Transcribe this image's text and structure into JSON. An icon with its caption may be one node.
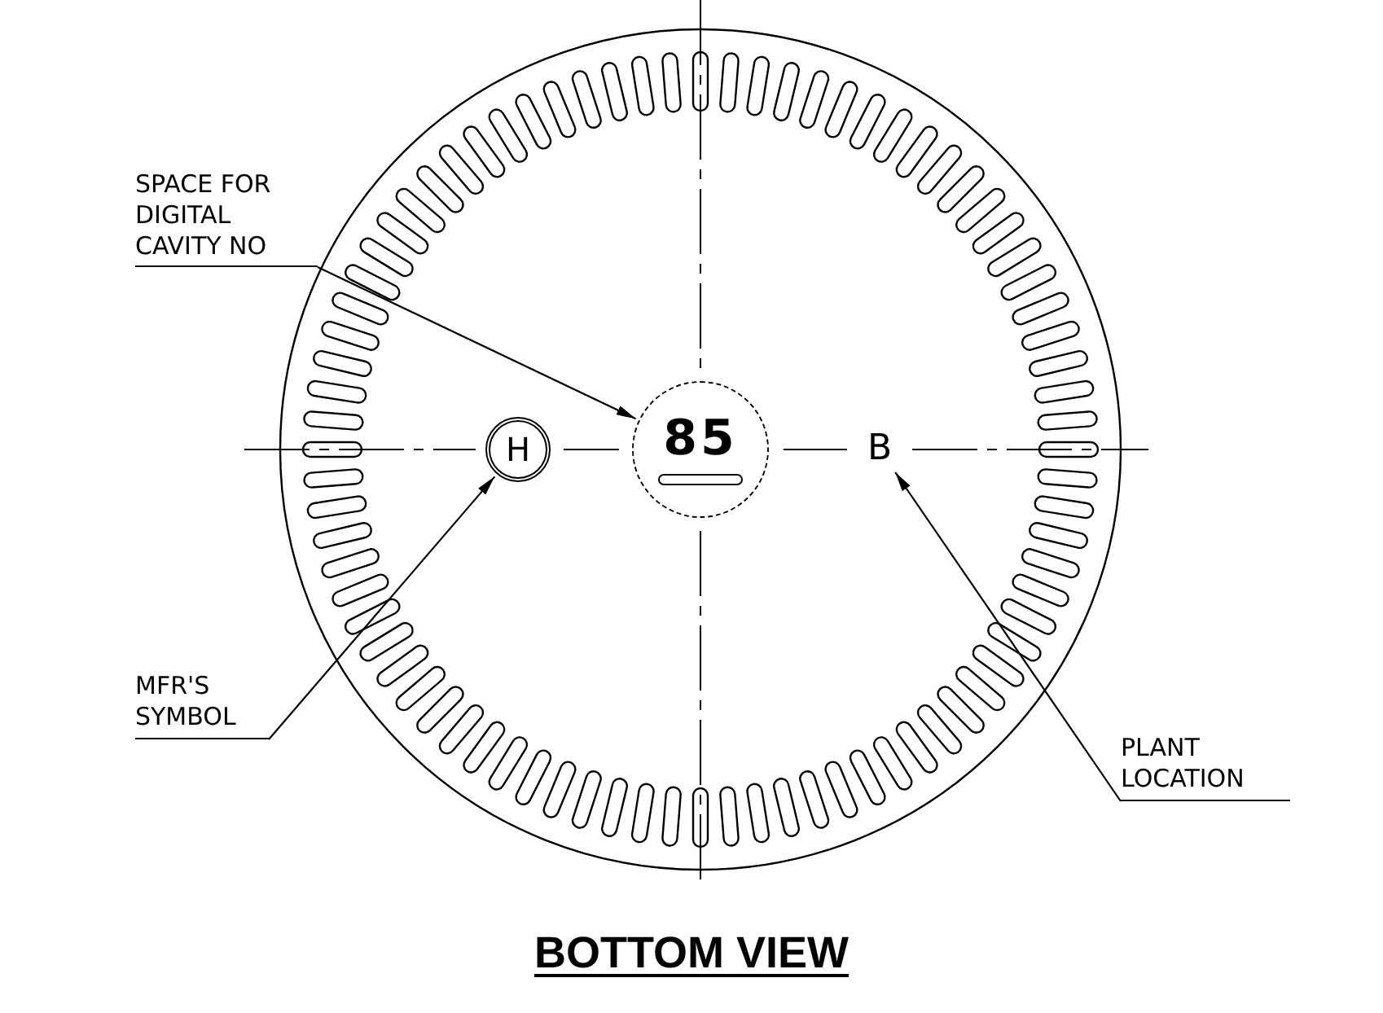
{
  "diagram": {
    "title": "BOTTOM VIEW",
    "nodes": [
      {
        "text": [
          "SPACE FOR DIGITAL CAVITY NO"
        ]
      },
      {
        "text": [
          "MFR'S SYMBOL"
        ]
      },
      {
        "text": [
          "PLANT LOCATION"
        ]
      },
      {
        "text": [
          "H"
        ]
      },
      {
        "text": [
          "85"
        ]
      },
      {
        "text": [
          "B"
        ]
      }
    ],
    "edges": [
      {
        "from": 0,
        "to": 4,
        "arrow": "to"
      },
      {
        "from": 1,
        "to": 3,
        "arrow": "to"
      },
      {
        "from": 2,
        "to": 5,
        "arrow": "to"
      }
    ]
  }
}
